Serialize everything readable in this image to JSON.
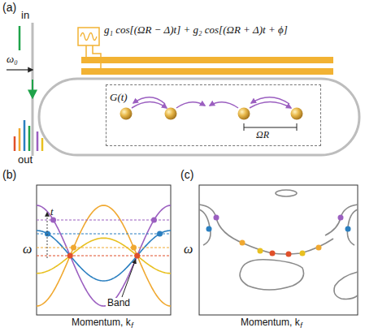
{
  "diagram": {
    "nodes": [
      {
        "text": [
          "G(t)",
          "ΩR"
        ]
      }
    ],
    "labels": [
      "(a)",
      "in",
      "ω₀",
      "out",
      "g₁ cos[(ΩR − Δ)t] + g₂ cos[(ΩR + Δ)t + ϕ]",
      "(b)",
      "ω",
      "t",
      "Band",
      "Momentum, k",
      "f",
      "(c)",
      "ω",
      "Momentum, k",
      "f"
    ]
  }
}
